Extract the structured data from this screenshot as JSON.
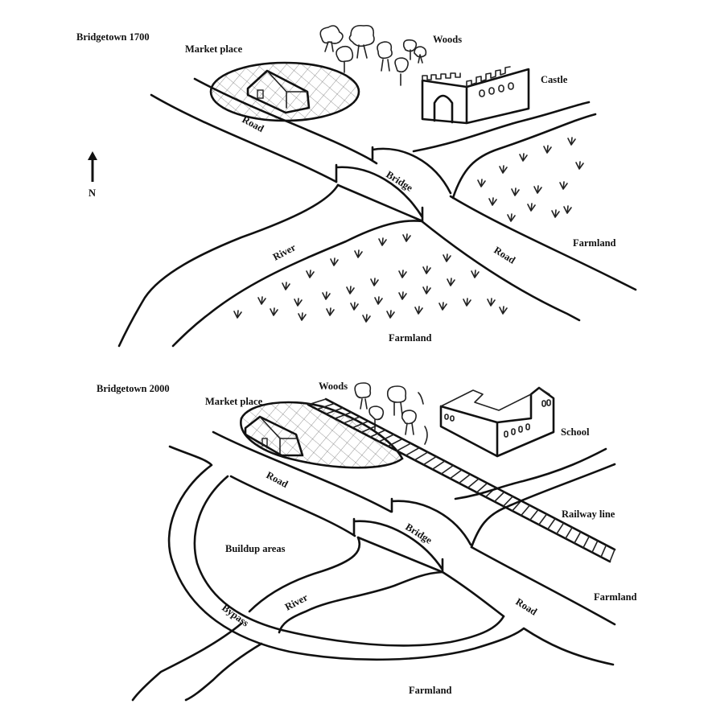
{
  "map_1700": {
    "title": "Bridgetown 1700",
    "labels": {
      "market_place": "Market place",
      "woods": "Woods",
      "castle": "Castle",
      "road_west": "Road",
      "bridge": "Bridge",
      "north": "N",
      "river": "River",
      "road_east": "Road",
      "farmland_east": "Farmland",
      "farmland_south": "Farmland"
    }
  },
  "map_2000": {
    "title": "Bridgetown 2000",
    "labels": {
      "woods": "Woods",
      "market_place": "Market place",
      "school": "School",
      "road_west": "Road",
      "railway_line": "Railway line",
      "bridge": "Bridge",
      "buildup_areas": "Buildup areas",
      "river": "River",
      "bypass": "Bypass",
      "road_east": "Road",
      "farmland_east": "Farmland",
      "farmland_south": "Farmland"
    }
  }
}
